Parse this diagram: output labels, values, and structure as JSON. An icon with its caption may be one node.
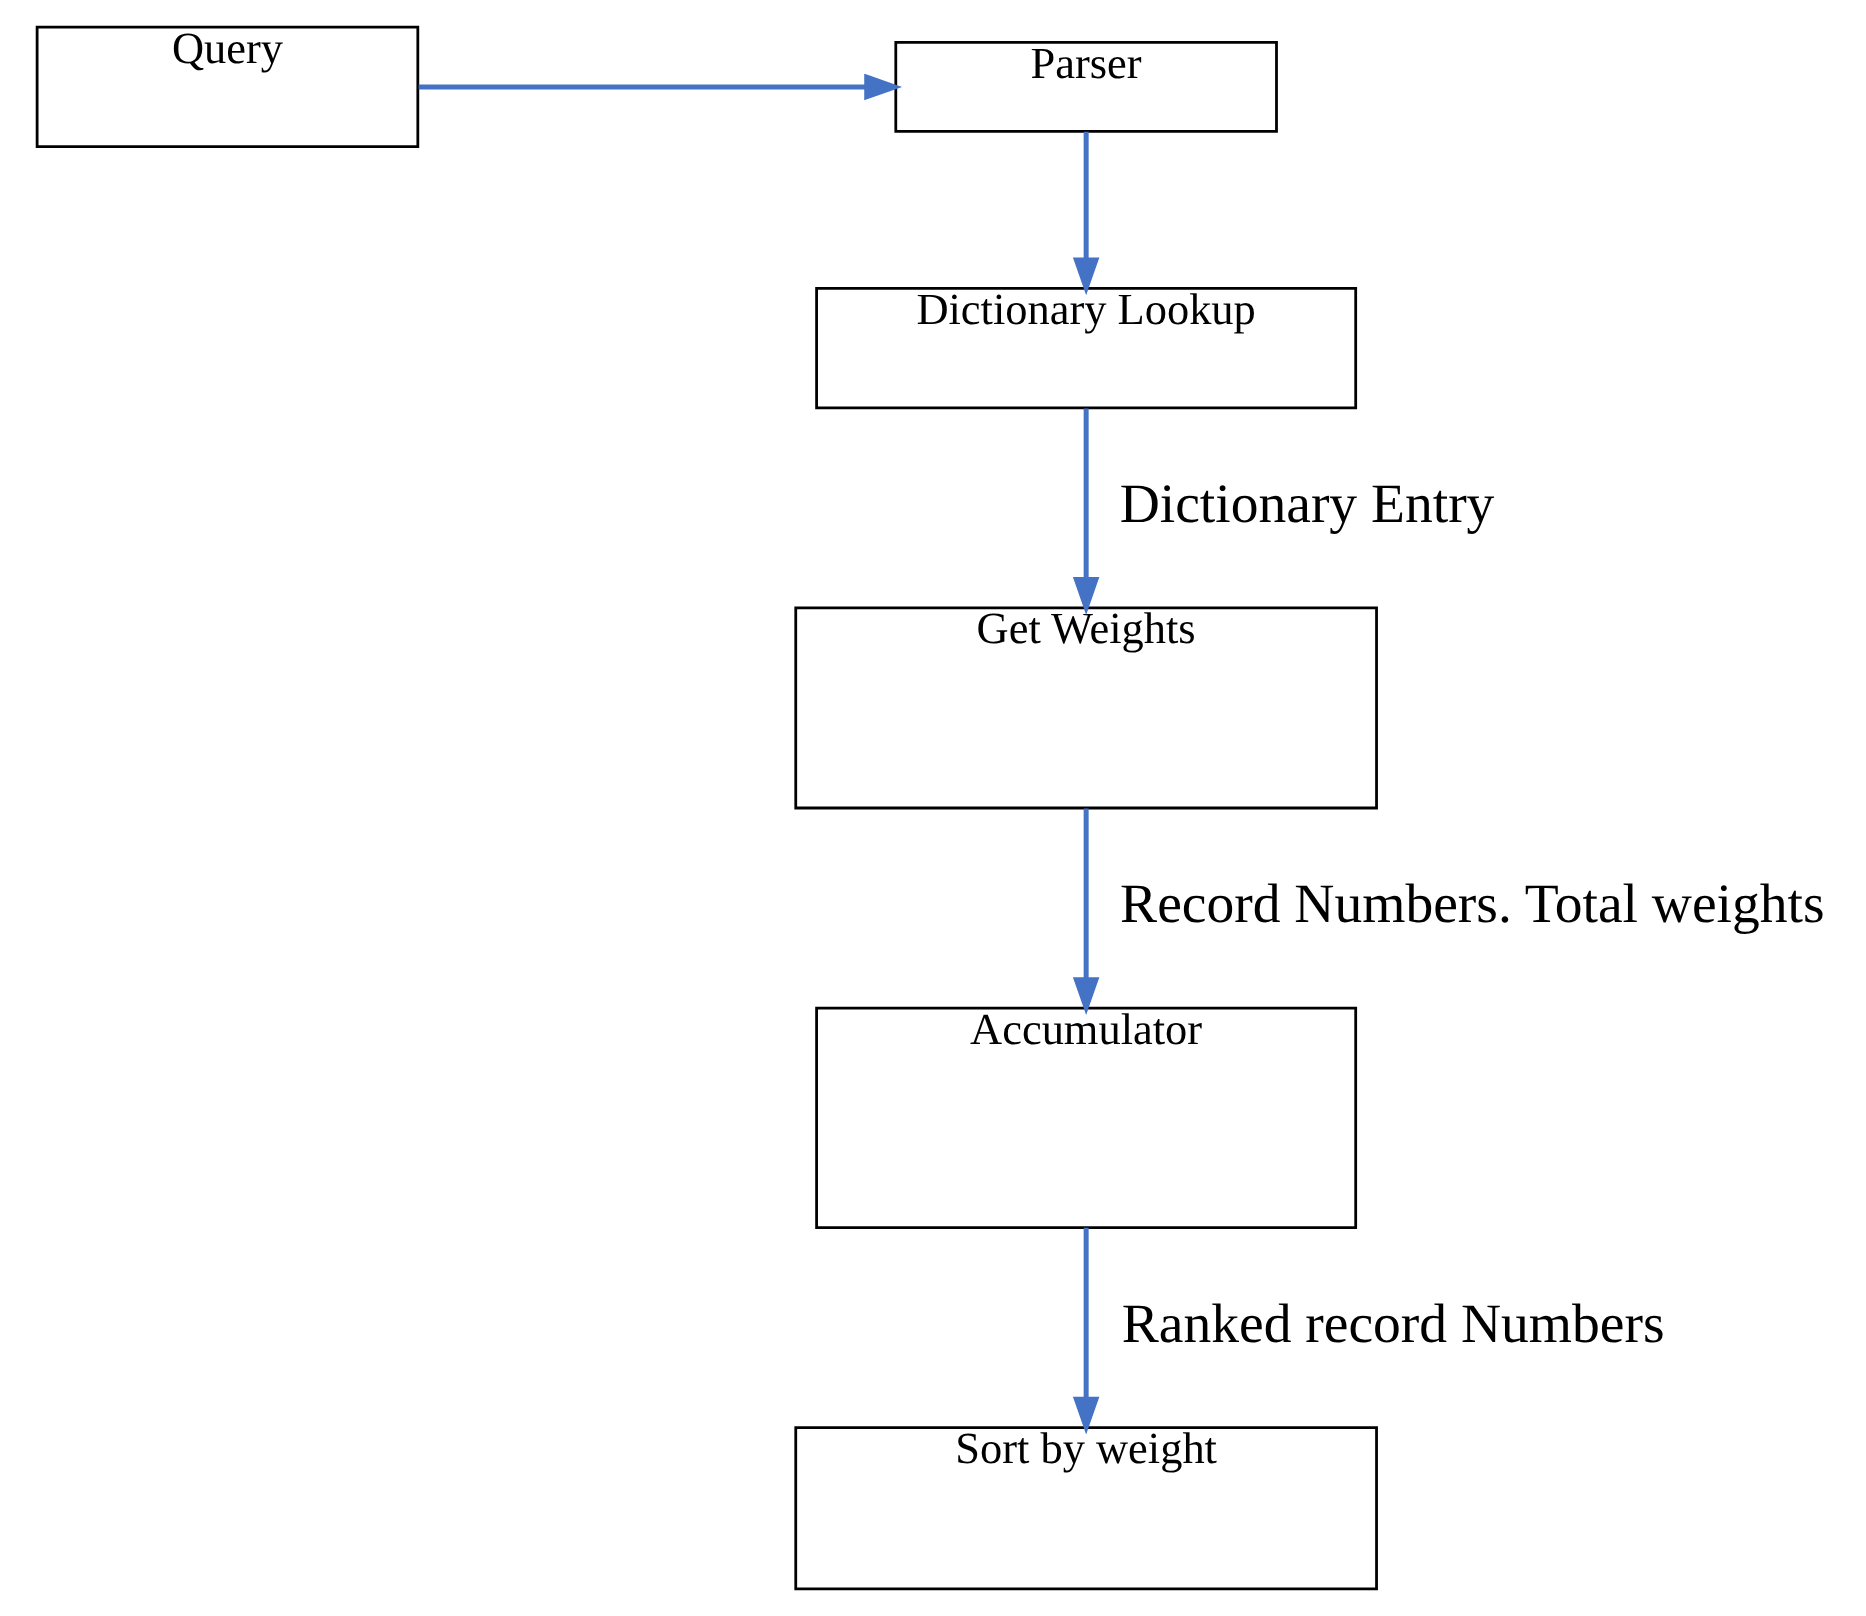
{
  "diagram": {
    "nodes": [
      {
        "text": [
          "Query"
        ]
      },
      {
        "text": [
          "Parser"
        ]
      },
      {
        "text": [
          "Dictionary Lookup"
        ]
      },
      {
        "text": [
          "Get Weights"
        ]
      },
      {
        "text": [
          "Accumulator"
        ]
      },
      {
        "text": [
          "Sort by weight"
        ]
      }
    ],
    "edges": [
      {
        "from": 0,
        "to": 1,
        "arrow": "to"
      },
      {
        "from": 1,
        "to": 2,
        "arrow": "to"
      },
      {
        "from": 2,
        "to": 3,
        "arrow": "to",
        "label": "Dictionary Entry"
      },
      {
        "from": 3,
        "to": 4,
        "arrow": "to",
        "label": "Record Numbers. Total weights"
      },
      {
        "from": 4,
        "to": 5,
        "arrow": "to",
        "label": "Ranked record Numbers"
      }
    ]
  }
}
